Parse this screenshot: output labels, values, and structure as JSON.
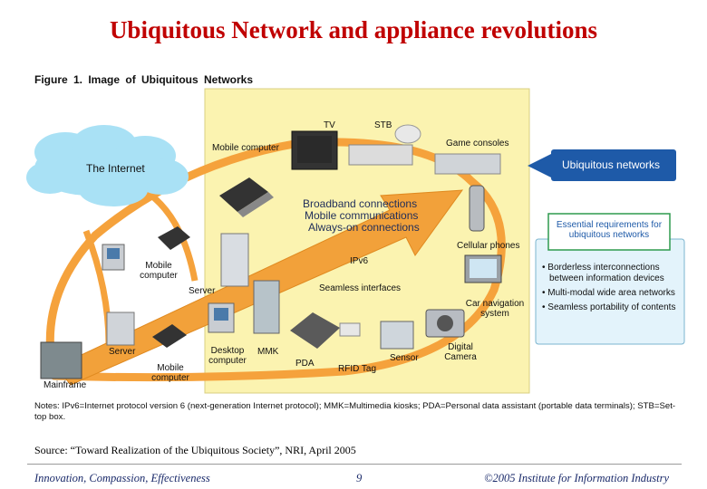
{
  "title": "Ubiquitous Network and appliance revolutions",
  "figure_caption": "Figure 1. Image of Ubiquitous Networks",
  "internet_label": "The Internet",
  "ubiquitous_networks_label": "Ubiquitous networks",
  "requirements": {
    "heading": "Essential requirements for ubiquitous networks",
    "items": [
      "• Borderless interconnections between information devices",
      "• Multi-modal wide area networks",
      "• Seamless portability of contents"
    ]
  },
  "center_text": [
    "Broadband connections",
    "Mobile communications",
    "Always-on connections"
  ],
  "devices": {
    "tv": "TV",
    "stb": "STB",
    "game_consoles": "Game consoles",
    "mobile_computer_top": "Mobile computer",
    "cellular_phones": "Cellular phones",
    "ipv6": "IPv6",
    "seamless_interfaces": "Seamless interfaces",
    "mobile_computer_left": "Mobile computer",
    "server_mid": "Server",
    "car_navigation": "Car navigation system",
    "server_bottom": "Server",
    "desktop_computer": "Desktop computer",
    "mmk": "MMK",
    "pda": "PDA",
    "rfid_tag": "RFID Tag",
    "sensor": "Sensor",
    "digital_camera": "Digital Camera",
    "mobile_computer_bottom": "Mobile computer",
    "mainframe": "Mainframe"
  },
  "notes": "Notes: IPv6=Internet protocol version 6 (next-generation Internet protocol); MMK=Multimedia kiosks; PDA=Personal data assistant (portable data terminals); STB=Set-top box.",
  "source": "Source: “Toward Realization of the Ubiquitous Society”, NRI, April 2005",
  "footer": {
    "left": "Innovation, Compassion, Effectiveness",
    "page": "9",
    "right": "©2005 Institute for Information Industry"
  },
  "colors": {
    "title": "#c00000",
    "panel_yellow": "#fbf3b0",
    "network_orange": "#f5a23c",
    "cloud_blue": "#a9e1f5",
    "callout_blue": "#1e5aa8",
    "requirements_border": "#2e9a4e"
  }
}
